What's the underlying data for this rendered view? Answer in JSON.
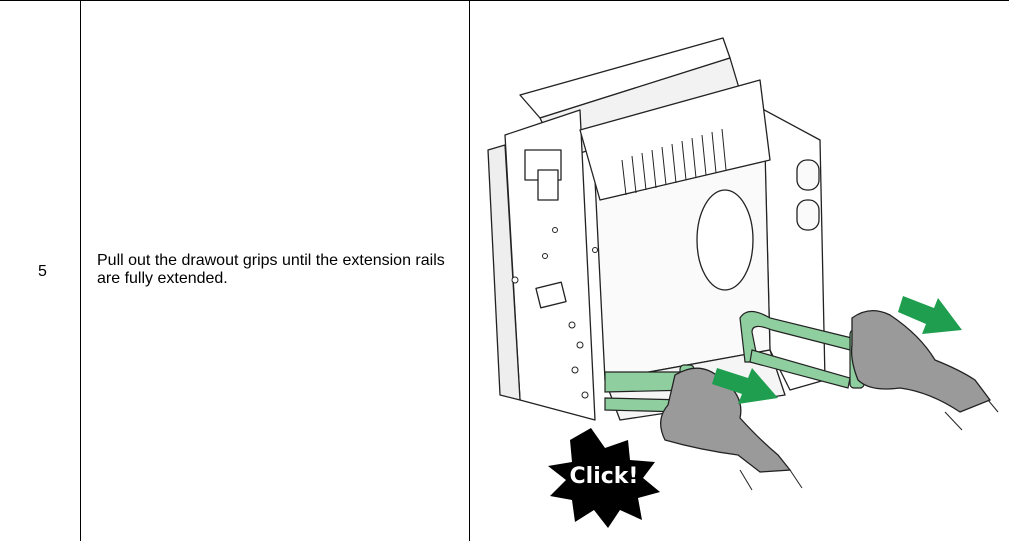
{
  "step": {
    "number": "5",
    "instruction": "Pull out the drawout grips until the extension rails are fully extended."
  },
  "illustration": {
    "callout_text": "Click!",
    "colors": {
      "rail_green": "#8fce9e",
      "arrow_green": "#1e9e4e",
      "glove_gray": "#9a9a9a",
      "outline": "#222222",
      "callout_fill": "#000000"
    }
  }
}
